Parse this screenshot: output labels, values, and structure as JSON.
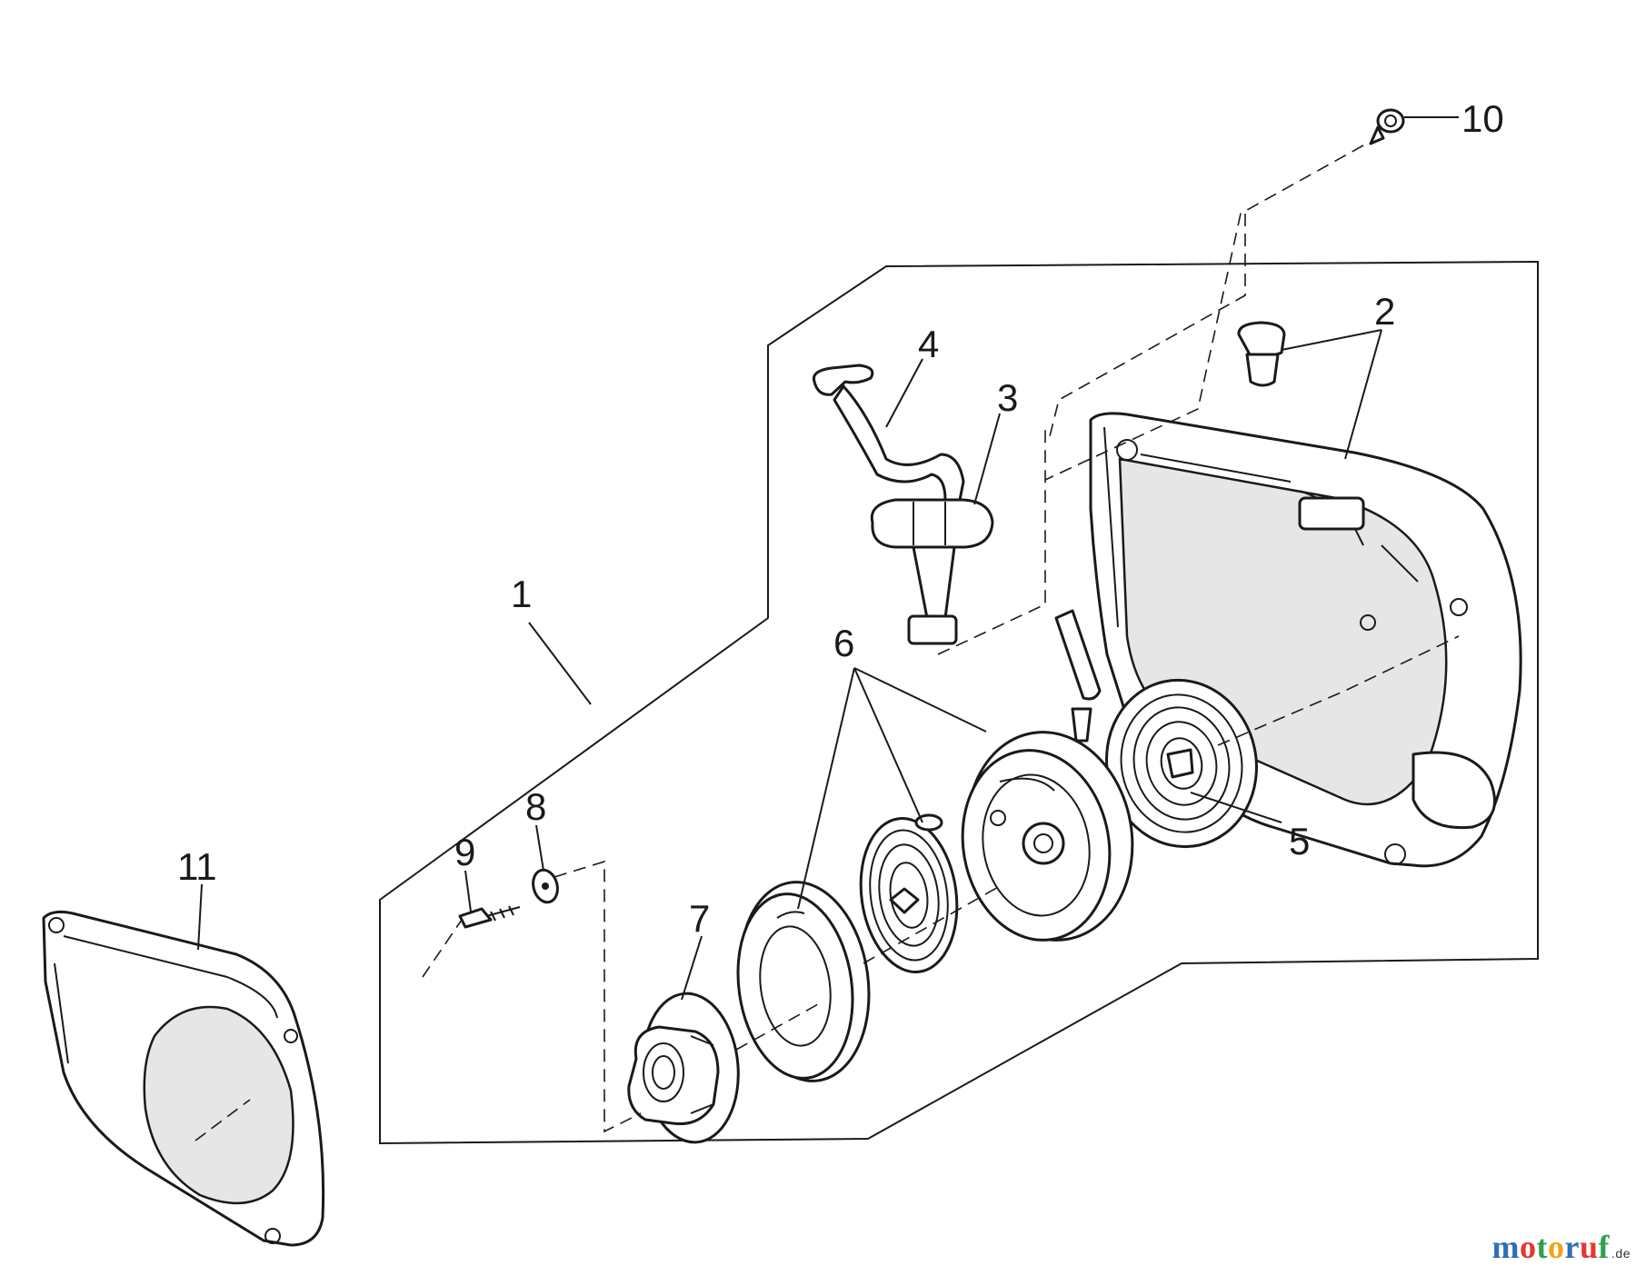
{
  "callouts": [
    "1",
    "2",
    "3",
    "4",
    "5",
    "6",
    "7",
    "8",
    "9",
    "10",
    "11"
  ],
  "watermark": {
    "letters": [
      "m",
      "o",
      "t",
      "o",
      "r",
      "u",
      "f"
    ],
    "colors": [
      "#2e6fb8",
      "#e5372f",
      "#2e9f4a",
      "#f1a418",
      "#2e6fb8",
      "#e5372f",
      "#2e9f4a"
    ],
    "suffix": ".de"
  }
}
